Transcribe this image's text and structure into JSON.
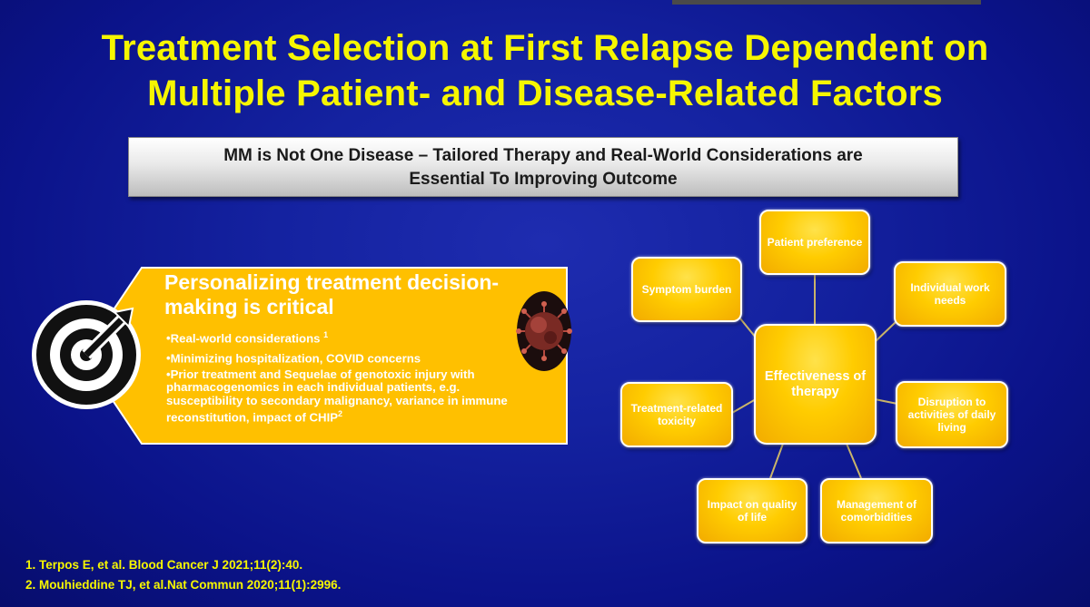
{
  "title": {
    "line1": "Treatment Selection at First Relapse Dependent on",
    "line2": "Multiple Patient- and Disease-Related Factors"
  },
  "banner": {
    "line1": "MM is Not One Disease – Tailored Therapy and Real-World Considerations are",
    "line2": "Essential To Improving Outcome"
  },
  "callout": {
    "title": "Personalizing treatment decision-making is critical",
    "items": [
      {
        "text": "Real-world considerations ",
        "sup": "1"
      },
      {
        "text": "Minimizing hospitalization, COVID concerns",
        "sup": ""
      },
      {
        "text": "Prior treatment and Sequelae of genotoxic injury with pharmacogenomics in each individual patients, e.g. susceptibility to secondary malignancy, variance in immune reconstitution, impact of CHIP",
        "sup": "2"
      }
    ]
  },
  "mindmap": {
    "center": "Effectiveness of therapy",
    "nodes": {
      "patient_preference": "Patient preference",
      "symptom_burden": "Symptom burden",
      "individual_work_needs": "Individual work needs",
      "treatment_related_toxicity": "Treatment-related toxicity",
      "disruption": "Disruption to activities of daily living",
      "impact_quality": "Impact on quality of life",
      "management_comorbidities": "Management of comorbidities"
    }
  },
  "references": [
    "1. Terpos E, et al. Blood Cancer J 2021;11(2):40.",
    "2. Mouhieddine TJ, et al.Nat Commun 2020;11(1):2996."
  ],
  "icons": {
    "target": "target-arrow-icon",
    "virus": "coronavirus-image"
  },
  "colors": {
    "title": "#f6f600",
    "node": "#ffcc00",
    "background": "#1422a0",
    "callout": "#ffc000"
  }
}
